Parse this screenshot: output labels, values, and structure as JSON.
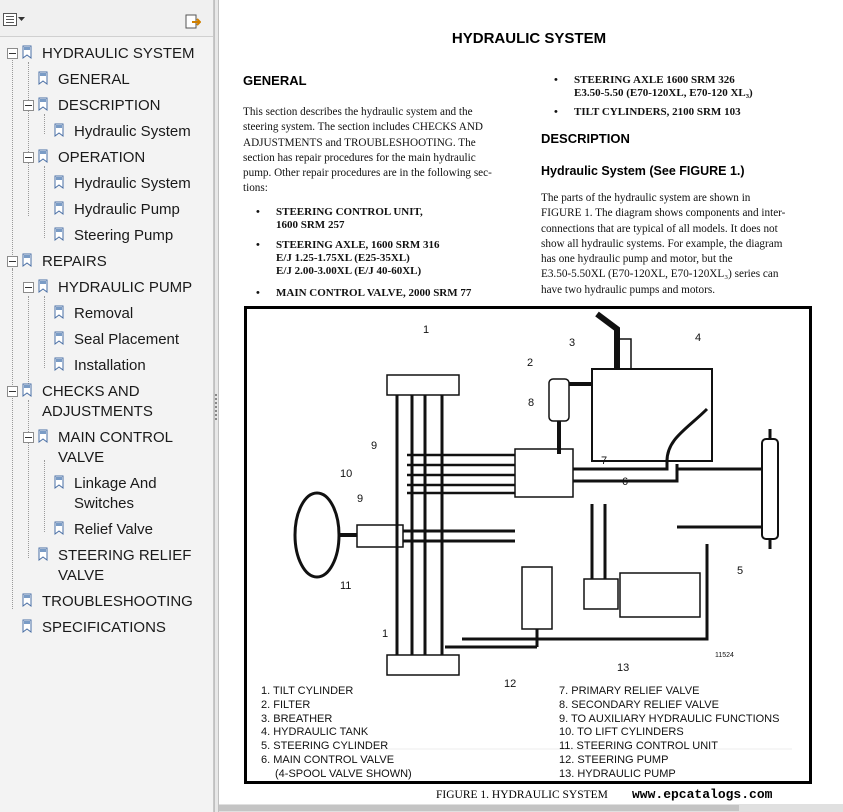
{
  "bookmarks": {
    "items": [
      {
        "label": "HYDRAULIC SYSTEM"
      },
      {
        "label": "GENERAL"
      },
      {
        "label": "DESCRIPTION"
      },
      {
        "label": "Hydraulic System"
      },
      {
        "label": "OPERATION"
      },
      {
        "label": "Hydraulic System"
      },
      {
        "label": "Hydraulic Pump"
      },
      {
        "label": "Steering Pump"
      },
      {
        "label": "REPAIRS"
      },
      {
        "label": "HYDRAULIC PUMP"
      },
      {
        "label": "Removal"
      },
      {
        "label": "Seal Placement"
      },
      {
        "label": "Installation"
      },
      {
        "label": "CHECKS AND",
        "label2": "ADJUSTMENTS"
      },
      {
        "label": "MAIN CONTROL",
        "label2": "VALVE"
      },
      {
        "label": "Linkage And",
        "label2": "Switches"
      },
      {
        "label": "Relief Valve"
      },
      {
        "label": "STEERING RELIEF",
        "label2": "VALVE"
      },
      {
        "label": "TROUBLESHOOTING"
      },
      {
        "label": "SPECIFICATIONS"
      }
    ]
  },
  "document": {
    "title": "HYDRAULIC SYSTEM",
    "general_heading": "GENERAL",
    "general_lines": [
      "This section describes the hydraulic system and the",
      "steering system. The section includes CHECKS AND",
      "ADJUSTMENTS and TROUBLESHOOTING. The",
      "section has repair procedures for the main hydraulic",
      "pump. Other repair procedures are in the following sec-",
      "tions:"
    ],
    "bullets_left": [
      [
        "STEERING CONTROL UNIT,",
        "1600 SRM 257"
      ],
      [
        "STEERING AXLE, 1600 SRM 316",
        "E/J 1.25-1.75XL (E25-35XL)",
        "E/J 2.00-3.00XL (E/J 40-60XL)"
      ],
      [
        "MAIN CONTROL VALVE, 2000 SRM 77"
      ]
    ],
    "bullets_right": [
      [
        "STEERING AXLE 1600 SRM 326",
        "E3.50-5.50 (E70-120XL, E70-120 XL₃)"
      ],
      [
        "TILT CYLINDERS, 2100 SRM 103"
      ]
    ],
    "description_heading": "DESCRIPTION",
    "hydraulic_heading": "Hydraulic System (See FIGURE 1.)",
    "description_lines": [
      "The parts of the hydraulic system are shown in",
      "FIGURE 1. The diagram shows components and inter-",
      "connections that are typical of all models. It does not",
      "show all hydraulic systems. For example, the diagram",
      "has one hydraulic pump and motor, but the",
      "E3.50-5.50XL (E70-120XL, E70-120XL₃) series can",
      "have two hydraulic pumps and motors."
    ]
  },
  "figure": {
    "callouts": [
      "1",
      "2",
      "3",
      "4",
      "8",
      "7",
      "9",
      "10",
      "9",
      "6",
      "11",
      "5",
      "1",
      "12",
      "13"
    ],
    "code": "11524",
    "legend_left": [
      "1. TILT CYLINDER",
      "2. FILTER",
      "3. BREATHER",
      "4. HYDRAULIC TANK",
      "5. STEERING CYLINDER",
      "6. MAIN CONTROL VALVE",
      "(4-SPOOL VALVE SHOWN)"
    ],
    "legend_right": [
      "7. PRIMARY RELIEF VALVE",
      "8. SECONDARY RELIEF VALVE",
      "9. TO AUXILIARY HYDRAULIC FUNCTIONS",
      "10. TO LIFT CYLINDERS",
      "11. STEERING CONTROL UNIT",
      "12. STEERING PUMP",
      "13. HYDRAULIC PUMP"
    ],
    "caption": "FIGURE 1. HYDRAULIC SYSTEM"
  },
  "watermark": "www.epcatalogs.com"
}
